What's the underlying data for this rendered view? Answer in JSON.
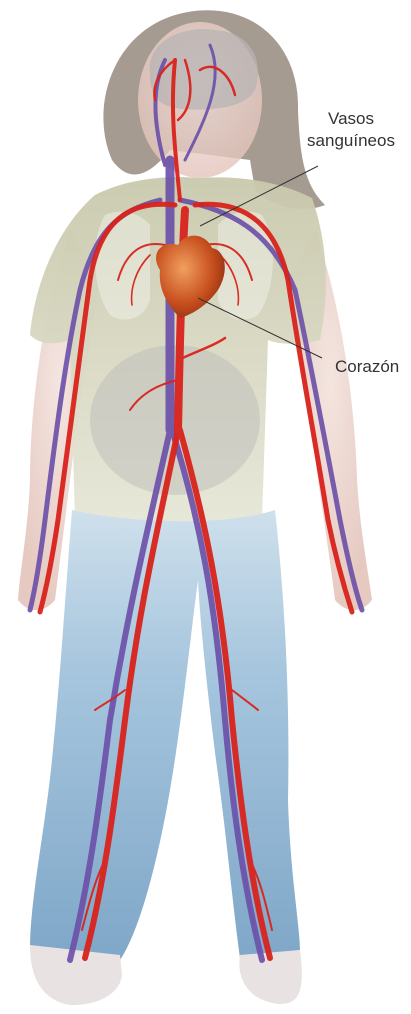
{
  "labels": {
    "vessels_line1": "Vasos",
    "vessels_line2": "sanguíneos",
    "heart": "Corazón"
  },
  "colors": {
    "artery": "#d9231c",
    "vein": "#6b4fa8",
    "heart": "#c8501e",
    "shirt": "#d8d8c0",
    "jeans": "#9fc2dc",
    "hair": "#8a7e72",
    "skin": "#e8c8be",
    "leader_line": "#333333"
  }
}
